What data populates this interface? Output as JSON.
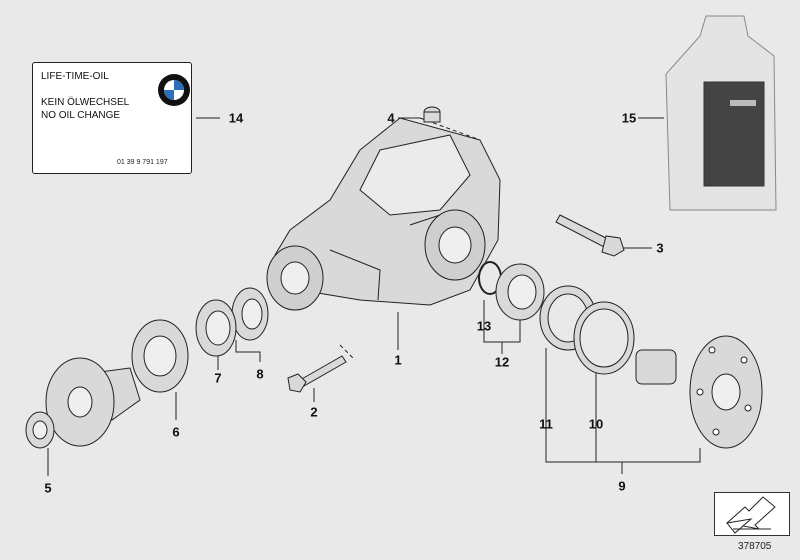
{
  "label_card": {
    "line1": "LIFE-TIME-OIL",
    "line2": "KEIN ÖLWECHSEL",
    "line3": "NO OIL CHANGE",
    "part_number": "01 39 9 791 197",
    "logo_text": "BMW"
  },
  "callouts": [
    "1",
    "2",
    "3",
    "4",
    "5",
    "6",
    "7",
    "8",
    "9",
    "10",
    "11",
    "12",
    "13",
    "14",
    "15"
  ],
  "diagram_number": "378705",
  "colors": {
    "background": "#e9e9e9",
    "line": "#222222",
    "part_fill": "#d9d9d9"
  },
  "nav_icon": "arrow-icon"
}
